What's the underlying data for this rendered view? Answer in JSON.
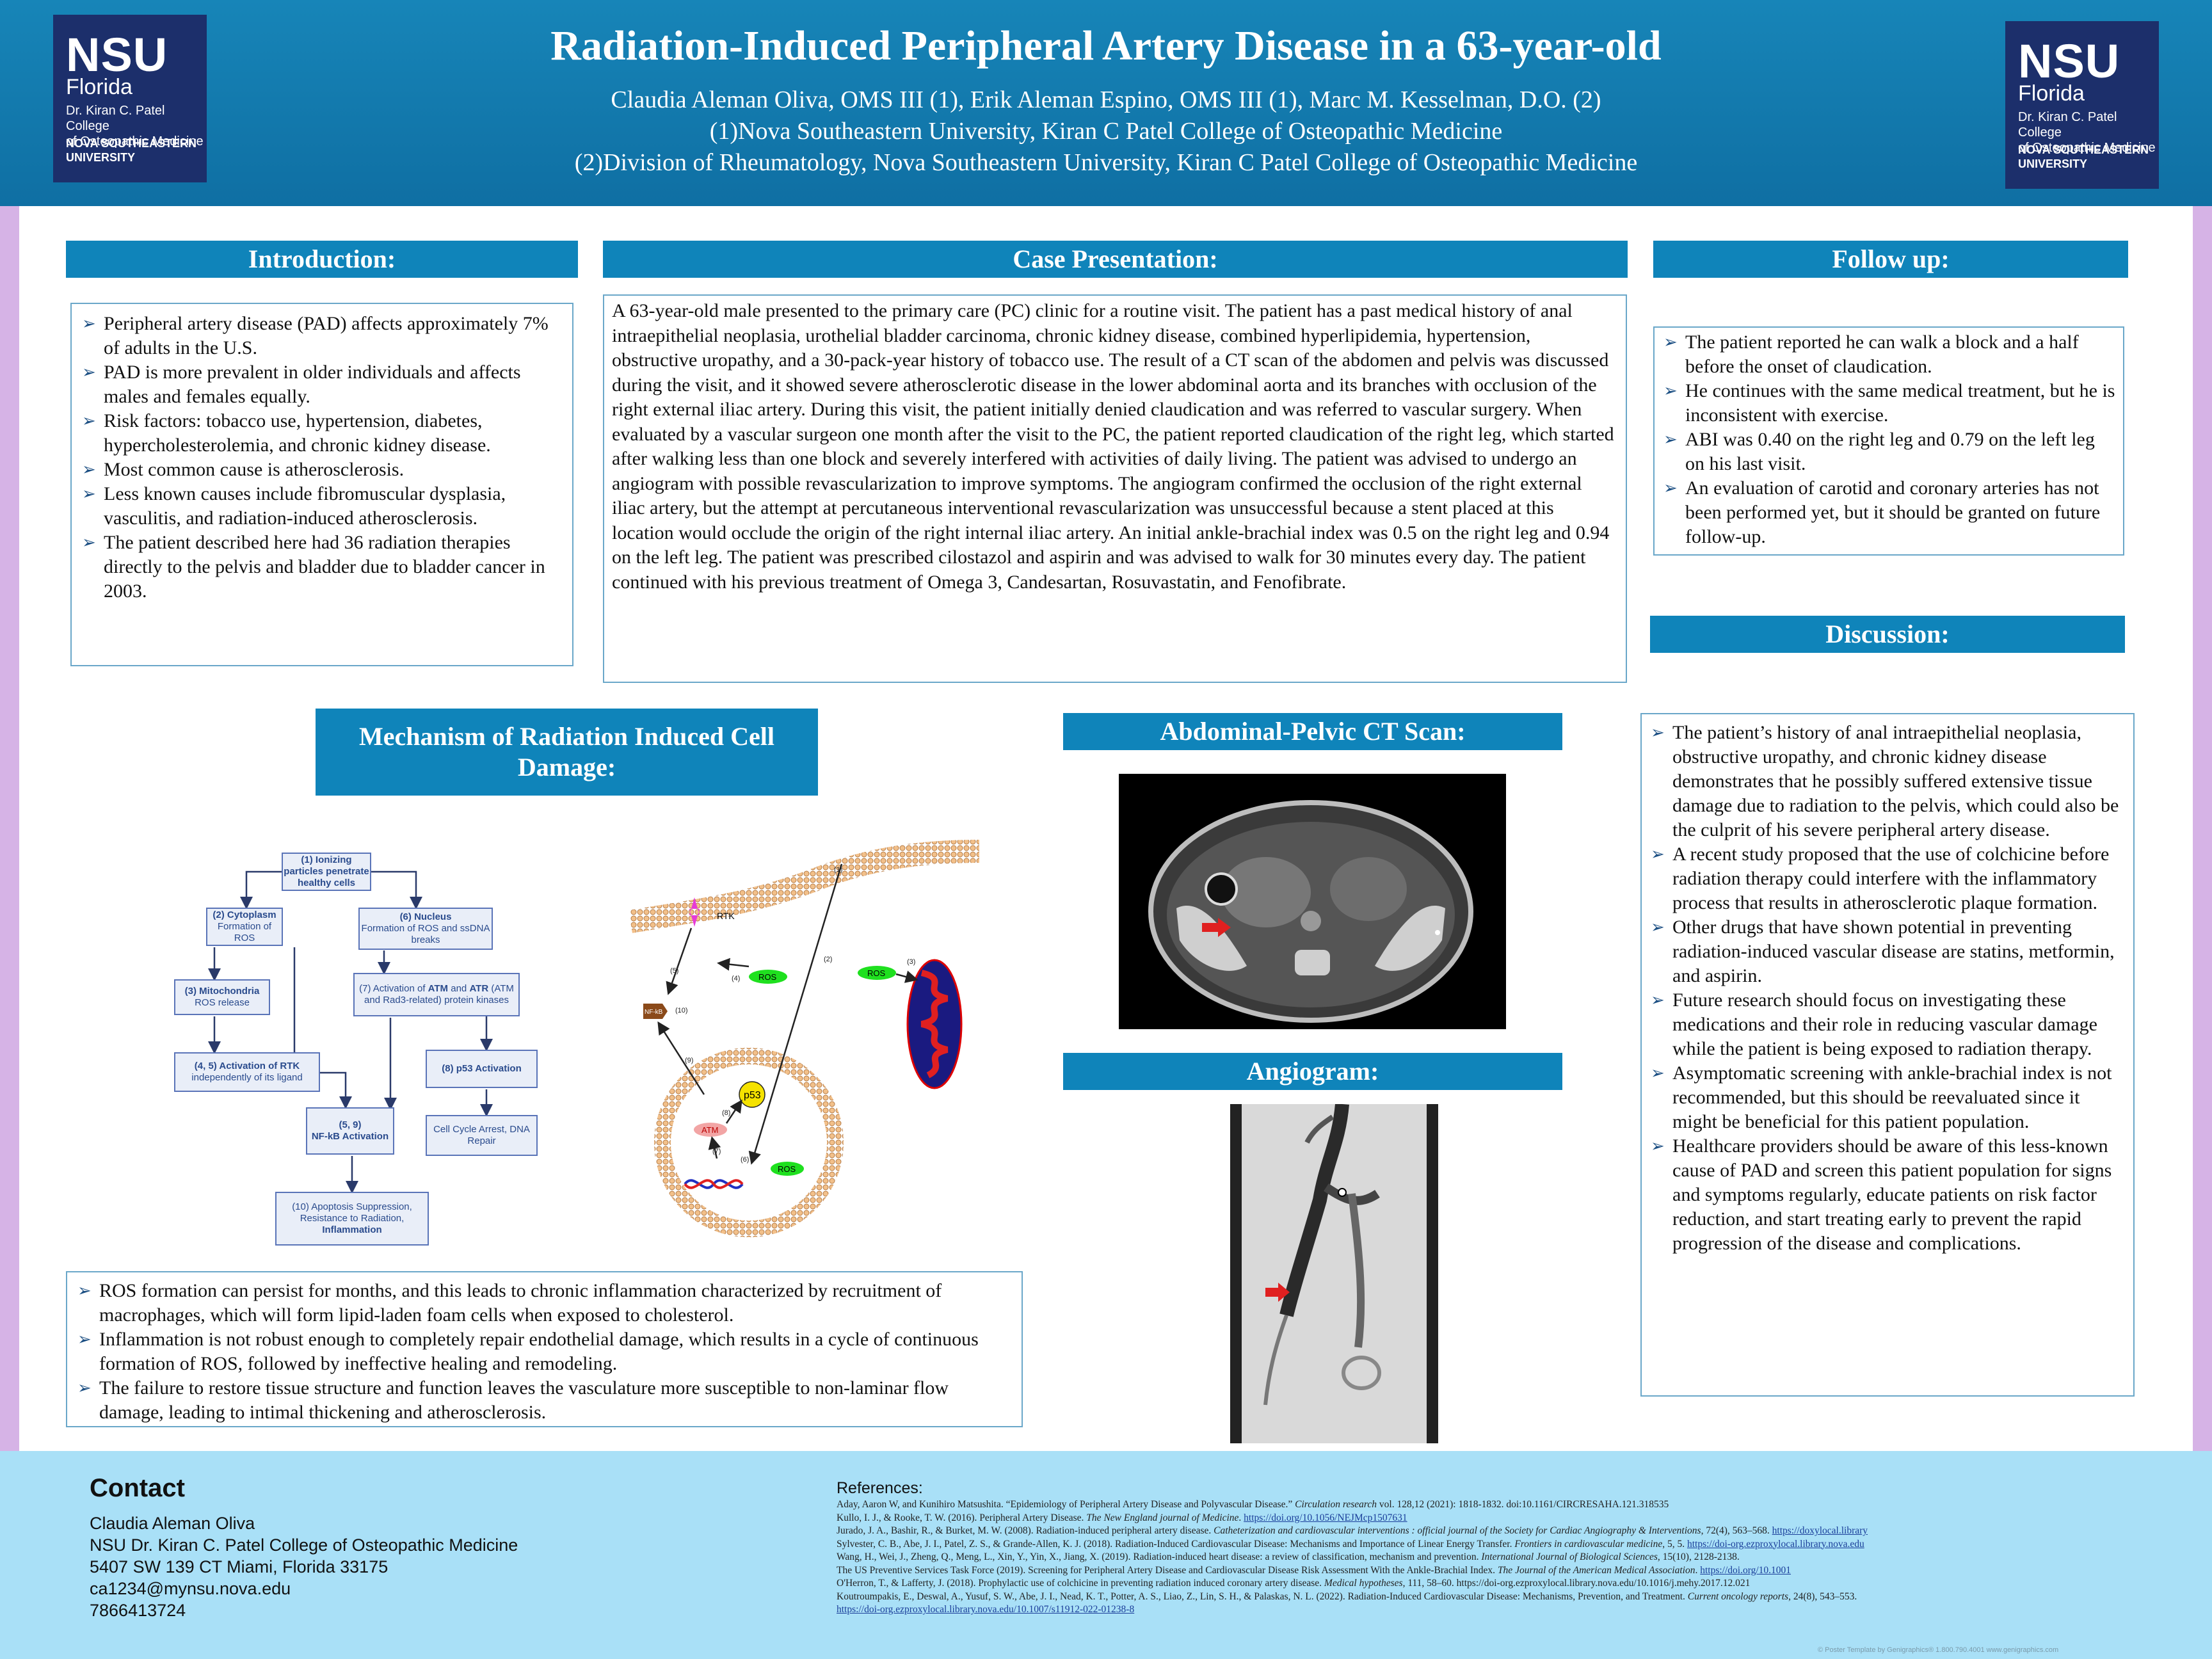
{
  "header": {
    "title": "Radiation-Induced Peripheral Artery Disease in a 63-year-old",
    "authors": "Claudia Aleman Oliva, OMS III (1), Erik Aleman Espino, OMS III (1),  Marc M. Kesselman, D.O. (2)",
    "affiliation1": "(1)Nova Southeastern University, Kiran C Patel College of Osteopathic Medicine",
    "affiliation2": "(2)Division of Rheumatology, Nova Southeastern University, Kiran C Patel College of Osteopathic Medicine",
    "logo": {
      "nsu": "NSU",
      "florida": "Florida",
      "college_line1": "Dr. Kiran C. Patel College",
      "college_line2": "of Osteopathic Medicine",
      "univ_line1": "NOVA SOUTHEASTERN",
      "univ_line2": "UNIVERSITY"
    }
  },
  "colors": {
    "header_blue": "#0f6fa3",
    "section_blue": "#0f84ba",
    "logo_navy": "#1c2f6b",
    "sidebar_lavender": "#d6b3e6",
    "footer_cyan": "#a9e0f7"
  },
  "introduction": {
    "heading": "Introduction:",
    "items": [
      "Peripheral artery disease (PAD) affects approximately 7% of adults in the U.S.",
      "PAD is more prevalent in older individuals and affects males and females equally.",
      "Risk factors: tobacco use, hypertension, diabetes, hypercholesterolemia, and chronic kidney disease.",
      "Most common cause is atherosclerosis.",
      "Less known causes include fibromuscular dysplasia, vasculitis, and radiation-induced atherosclerosis.",
      "The patient described here had 36 radiation therapies directly to the pelvis and bladder due to bladder cancer in 2003."
    ]
  },
  "case": {
    "heading": "Case Presentation:",
    "text": "A 63-year-old male presented to the primary care (PC) clinic for a routine visit. The patient has a past medical history of anal intraepithelial neoplasia, urothelial bladder carcinoma, chronic kidney disease, combined hyperlipidemia, hypertension, obstructive uropathy, and a 30-pack-year history of tobacco use. The result of a CT scan of the abdomen and pelvis was discussed during the visit, and it showed severe atherosclerotic disease in the lower abdominal aorta and its branches with occlusion of the right external iliac artery. During this visit, the patient initially denied claudication and was referred to vascular surgery. When evaluated by a vascular surgeon one month after the visit to the PC, the patient reported claudication of the right leg, which started after walking less than one block and severely interfered with activities of daily living. The patient was advised to undergo an angiogram with possible revascularization to improve symptoms. The angiogram confirmed the occlusion of the right external iliac artery, but the attempt at percutaneous interventional revascularization was unsuccessful because a stent placed at this location would occlude the origin of the right internal iliac artery. An initial ankle-brachial index was 0.5 on the right leg and 0.94 on the left leg. The patient was prescribed cilostazol and aspirin and was advised to walk for 30 minutes every day. The patient continued with his previous treatment of Omega 3, Candesartan, Rosuvastatin, and Fenofibrate."
  },
  "followup": {
    "heading": "Follow up:",
    "items": [
      "The patient reported he can walk a block and a half before the onset of claudication.",
      "He continues with the same medical treatment, but he is inconsistent with exercise.",
      "ABI was 0.40 on the right leg and 0.79 on the left leg on his last visit.",
      "An evaluation of carotid and coronary arteries has not been performed yet, but it should be granted on future follow-up."
    ]
  },
  "discussion": {
    "heading": "Discussion:",
    "items": [
      "The patient’s history of anal intraepithelial neoplasia, obstructive uropathy, and chronic kidney disease demonstrates that he possibly suffered extensive tissue damage due to radiation to the pelvis, which could also be the culprit of his severe peripheral artery disease.",
      "A recent study proposed that the use of colchicine before radiation therapy could interfere with the inflammatory process that results in atherosclerotic plaque formation.",
      "Other drugs that have shown potential in preventing radiation-induced vascular disease are statins, metformin, and aspirin.",
      " Future research should focus on investigating these medications and their role in reducing vascular damage while the patient is being exposed to radiation therapy.",
      "Asymptomatic screening with ankle-brachial index is not recommended, but this should be reevaluated since it might be beneficial for this patient population.",
      "Healthcare providers should be aware of this less-known cause of PAD and screen this patient population for signs and symptoms regularly, educate patients on risk factor reduction, and start treating early to prevent the rapid progression of the disease and complications."
    ]
  },
  "mechanism": {
    "heading": "Mechanism of Radiation Induced Cell Damage:",
    "flow": {
      "b1": "(1) Ionizing particles penetrate healthy cells",
      "b2_title": "(2) Cytoplasm",
      "b2_sub": "Formation of ROS",
      "b3_title": "(3) Mitochondria",
      "b3_sub": "ROS release",
      "b4_title": "(4, 5) Activation of RTK",
      "b4_sub": "independently of its ligand",
      "b5_title": "(5, 9)",
      "b5_sub": "NF-kB Activation",
      "b6_title": "(6) Nucleus",
      "b6_sub": "Formation of ROS and ssDNA breaks",
      "b7_pre": "(7) Activation of ",
      "b7_atm": "ATM",
      "b7_and": " and ",
      "b7_atr": "ATR",
      "b7_post": " (ATM and Rad3-related) protein kinases",
      "b8": "(8) p53 Activation",
      "b9": "Cell Cycle Arrest, DNA Repair",
      "b10_pre": "(10) Apoptosis Suppression, Resistance to Radiation,",
      "b10_bold": "Inflammation"
    },
    "cell_labels": {
      "rtk": "RTK",
      "ros1": "ROS",
      "ros2": "ROS",
      "ros3": "ROS",
      "nfkb": "NF-kB",
      "p53": "p53",
      "atm": "ATM",
      "n1": "(1)",
      "n2": "(2)",
      "n3": "(3)",
      "n4": "(4)",
      "n5": "(5)",
      "n6": "(6)",
      "n7": "(7)",
      "n8": "(8)",
      "n9": "(9)",
      "n10": "(10)"
    },
    "items": [
      "ROS formation can persist for months, and this leads to chronic inflammation characterized by recruitment of macrophages, which will form lipid-laden foam cells when exposed to cholesterol.",
      "Inflammation is not robust enough to completely repair endothelial damage, which results in a cycle of continuous formation of ROS, followed by ineffective healing and remodeling.",
      "The failure to restore tissue structure and function leaves the vasculature more susceptible to non-laminar flow damage, leading to intimal thickening and atherosclerosis."
    ]
  },
  "ct": {
    "heading": "Abdominal-Pelvic CT Scan:"
  },
  "angio": {
    "heading": "Angiogram:"
  },
  "contact": {
    "heading": "Contact",
    "name": "Claudia Aleman Oliva",
    "college": "NSU Dr. Kiran C. Patel College of Osteopathic Medicine",
    "address": "5407 SW 139 CT Miami, Florida 33175",
    "email": "ca1234@mynsu.nova.edu",
    "phone": "7866413724"
  },
  "references": {
    "heading": "References:",
    "r1a": "Aday, Aaron W, and Kunihiro Matsushita. “Epidemiology of Peripheral Artery Disease and Polyvascular Disease.” ",
    "r1b": "Circulation research",
    "r1c": " vol. 128,12 (2021): 1818-1832. doi:10.1161/CIRCRESAHA.121.318535",
    "r2a": "Kullo, I. J., & Rooke, T. W. (2016). Peripheral Artery Disease. ",
    "r2b": "The New England journal of Medicine",
    "r2c": ". ",
    "r2d": "https://doi.org/10.1056/NEJMcp1507631",
    "r3a": "Jurado, J. A., Bashir, R., & Burket, M. W. (2008). Radiation-induced peripheral artery disease. ",
    "r3b": "Catheterization and cardiovascular interventions : official journal of the Society for Cardiac Angiography & Interventions",
    "r3c": ", 72(4), 563–568. ",
    "r3d": "https://doxylocal.library",
    "r4a": "Sylvester, C. B., Abe, J. I., Patel, Z. S., & Grande-Allen, K. J. (2018). Radiation-Induced Cardiovascular Disease: Mechanisms and Importance of Linear Energy Transfer. ",
    "r4b": "Frontiers in cardiovascular medicine",
    "r4c": ", 5, 5. ",
    "r4d": "https://doi-org.ezproxylocal.library.nova.edu",
    "r5a": "Wang, H., Wei, J., Zheng, Q., Meng, L., Xin, Y., Yin, X., Jiang, X. (2019). Radiation-induced heart disease: a review of classification, mechanism and prevention. ",
    "r5b": "International Journal of Biological Sciences",
    "r5c": ", 15(10), 2128-2138.",
    "r6a": "The US Preventive Services Task Force (2019). Screening for Peripheral Artery Disease and Cardiovascular Disease Risk Assessment With the Ankle-Brachial Index. ",
    "r6b": "The Journal of the American Medical Association",
    "r6c": ". ",
    "r6d": "https://doi.org/10.1001",
    "r7a": "O'Herron, T., & Lafferty, J. (2018). Prophylactic use of colchicine in preventing radiation induced coronary artery disease. ",
    "r7b": "Medical hypotheses",
    "r7c": ", 111, 58–60. https://doi-org.ezproxylocal.library.nova.edu/10.1016/j.mehy.2017.12.021",
    "r8a": "Koutroumpakis, E., Deswal, A., Yusuf, S. W., Abe, J. I., Nead, K. T., Potter, A. S., Liao, Z., Lin, S. H., & Palaskas, N. L. (2022). Radiation-Induced Cardiovascular Disease: Mechanisms, Prevention, and Treatment. ",
    "r8b": "Current oncology reports",
    "r8c": ", 24(8), 543–553.",
    "r9": "https://doi-org.ezproxylocal.library.nova.edu/10.1007/s11912-022-01238-8"
  },
  "footer_note": "© Poster Template by Genigraphics® 1.800.790.4001 www.genigraphics.com"
}
